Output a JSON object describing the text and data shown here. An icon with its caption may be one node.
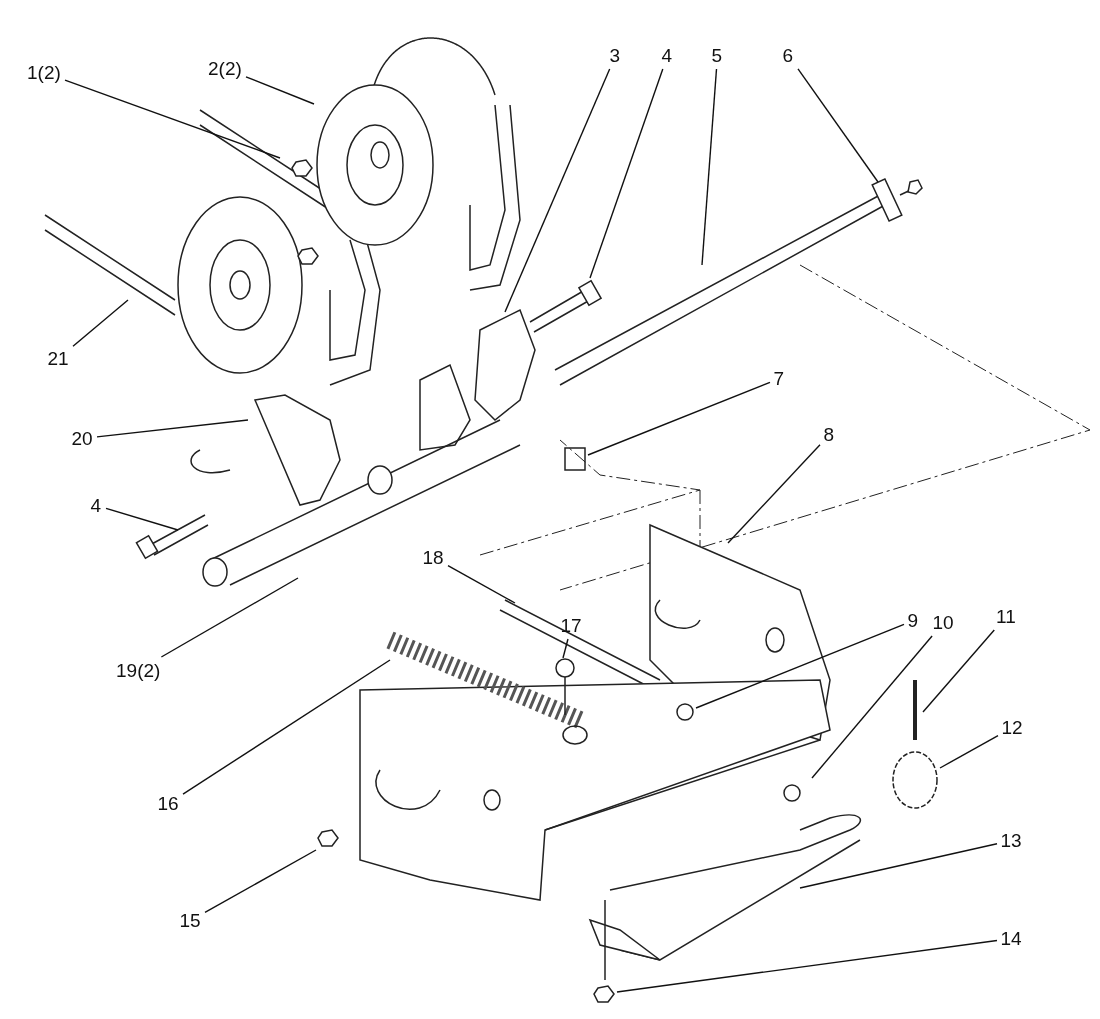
{
  "diagram": {
    "nodes": [
      {
        "text": [
          "1(2)"
        ]
      },
      {
        "text": [
          "2(2)"
        ]
      },
      {
        "text": [
          "3"
        ]
      },
      {
        "text": [
          "4"
        ]
      },
      {
        "text": [
          "5"
        ]
      },
      {
        "text": [
          "6"
        ]
      },
      {
        "text": [
          "21"
        ]
      },
      {
        "text": [
          "7"
        ]
      },
      {
        "text": [
          "20"
        ]
      },
      {
        "text": [
          "8"
        ]
      },
      {
        "text": [
          "4"
        ]
      },
      {
        "text": [
          "18"
        ]
      },
      {
        "text": [
          "9"
        ]
      },
      {
        "text": [
          "17"
        ]
      },
      {
        "text": [
          "10"
        ]
      },
      {
        "text": [
          "11"
        ]
      },
      {
        "text": [
          "19(2)"
        ]
      },
      {
        "text": [
          "12"
        ]
      },
      {
        "text": [
          "16"
        ]
      },
      {
        "text": [
          "13"
        ]
      },
      {
        "text": [
          "15"
        ]
      },
      {
        "text": [
          "14"
        ]
      }
    ],
    "edges": [
      {
        "from": 0,
        "to": null,
        "arrow": "none"
      },
      {
        "from": 1,
        "to": null,
        "arrow": "none"
      },
      {
        "from": 2,
        "to": null,
        "arrow": "none"
      },
      {
        "from": 3,
        "to": null,
        "arrow": "none"
      },
      {
        "from": 4,
        "to": null,
        "arrow": "none"
      },
      {
        "from": 5,
        "to": null,
        "arrow": "none"
      },
      {
        "from": 6,
        "to": null,
        "arrow": "none"
      },
      {
        "from": 7,
        "to": null,
        "arrow": "none"
      },
      {
        "from": 8,
        "to": null,
        "arrow": "none"
      },
      {
        "from": 9,
        "to": null,
        "arrow": "none"
      },
      {
        "from": 10,
        "to": null,
        "arrow": "none"
      },
      {
        "from": 11,
        "to": null,
        "arrow": "none"
      },
      {
        "from": 12,
        "to": null,
        "arrow": "none"
      },
      {
        "from": 13,
        "to": null,
        "arrow": "none"
      },
      {
        "from": 14,
        "to": null,
        "arrow": "none"
      },
      {
        "from": 15,
        "to": null,
        "arrow": "none"
      },
      {
        "from": 16,
        "to": null,
        "arrow": "none"
      },
      {
        "from": 17,
        "to": null,
        "arrow": "none"
      },
      {
        "from": 18,
        "to": null,
        "arrow": "none"
      },
      {
        "from": 19,
        "to": null,
        "arrow": "none"
      },
      {
        "from": 20,
        "to": null,
        "arrow": "none"
      },
      {
        "from": 21,
        "to": null,
        "arrow": "none"
      }
    ]
  }
}
